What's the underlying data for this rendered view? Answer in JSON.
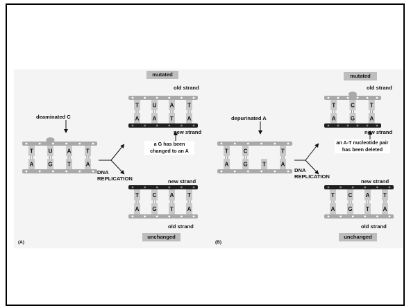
{
  "panel_a": {
    "id": "(A)",
    "damage_label": "deaminated C",
    "replication_label_1": "DNA",
    "replication_label_2": "REPLICATION",
    "mutated_tag": "mutated",
    "unchanged_tag": "unchanged",
    "old_strand_top": "old strand",
    "new_strand_top": "new strand",
    "new_strand_bottom": "new strand",
    "old_strand_bottom": "old strand",
    "note": "a G has been changed to an A",
    "damaged_duplex": {
      "top": [
        "T",
        "U",
        "A",
        "T"
      ],
      "bottom": [
        "A",
        "G",
        "T",
        "A"
      ]
    },
    "mutated_duplex": {
      "top": [
        "T",
        "U",
        "A",
        "T"
      ],
      "bottom": [
        "A",
        "A",
        "T",
        "A"
      ]
    },
    "unchanged_duplex": {
      "top": [
        "T",
        "C",
        "A",
        "T"
      ],
      "bottom": [
        "A",
        "G",
        "T",
        "A"
      ]
    }
  },
  "panel_b": {
    "id": "(B)",
    "damage_label": "depurinated A",
    "replication_label_1": "DNA",
    "replication_label_2": "REPLICATION",
    "mutated_tag": "mutated",
    "unchanged_tag": "unchanged",
    "old_strand_top": "old strand",
    "new_strand_top": "new strand",
    "new_strand_bottom": "new strand",
    "old_strand_bottom": "old strand",
    "note": "an A-T nucleotide pair has been deleted",
    "damaged_duplex": {
      "top": [
        "T",
        "C",
        "",
        "T"
      ],
      "bottom": [
        "A",
        "G",
        "T",
        "A"
      ]
    },
    "mutated_duplex": {
      "top": [
        "T",
        "C",
        "T"
      ],
      "bottom": [
        "A",
        "G",
        "A"
      ]
    },
    "unchanged_duplex": {
      "top": [
        "T",
        "C",
        "A",
        "T"
      ],
      "bottom": [
        "A",
        "G",
        "T",
        "A"
      ]
    }
  },
  "colors": {
    "backbone_light": "#a9a9a9",
    "backbone_dark": "#1e1e1e",
    "base": "#c9c9c9",
    "tag": "#bdbdbd"
  }
}
